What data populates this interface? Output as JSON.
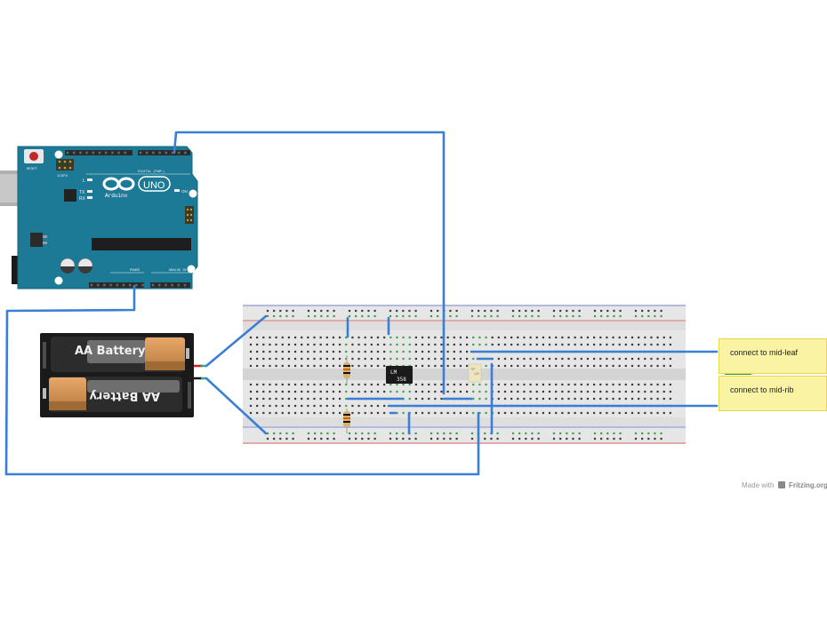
{
  "diagram": {
    "type": "breadboard-schematic",
    "components": {
      "arduino": {
        "brand": "Arduino",
        "model": "UNO",
        "labels": {
          "reset": "RESET",
          "icsp2": "ICSP2",
          "icsp": "ICSP",
          "l": "L",
          "tx": "TX",
          "rx": "RX",
          "on": "ON",
          "digital": "DIGITAL (PWM~)",
          "power": "POWER",
          "analog": "ANALOG IN"
        }
      },
      "battery_pack": {
        "cells": [
          {
            "label": "AA Battery",
            "orientation": "normal"
          },
          {
            "label": "AA Battery",
            "orientation": "flipped"
          }
        ],
        "leads": {
          "positive": "#d42020",
          "negative": "#111111"
        }
      },
      "ic": {
        "line1": "LM",
        "line2": "358"
      },
      "transistor": {
        "line1": "TIP",
        "line2": "120"
      },
      "resistors": [
        {
          "id": "R1",
          "bands": [
            "#c86414",
            "#111111",
            "#c86414",
            "#c8a23c"
          ]
        },
        {
          "id": "R2",
          "bands": [
            "#c86414",
            "#111111",
            "#c86414",
            "#c8a23c"
          ]
        }
      ]
    },
    "notes": [
      {
        "text": "connect to mid-leaf"
      },
      {
        "text": "connect to mid-rib"
      }
    ],
    "credit": {
      "prefix": "Made with",
      "brand": "Fritzing.org"
    },
    "colors": {
      "wire": "#3a7fd5",
      "arduino_board": "#1d7a96",
      "breadboard": "#e6e6e6",
      "rail_red": "#d84848",
      "rail_blue": "#5a6fd8",
      "active_hole": "#3ea04a",
      "note_bg": "#fbf3a4"
    }
  }
}
